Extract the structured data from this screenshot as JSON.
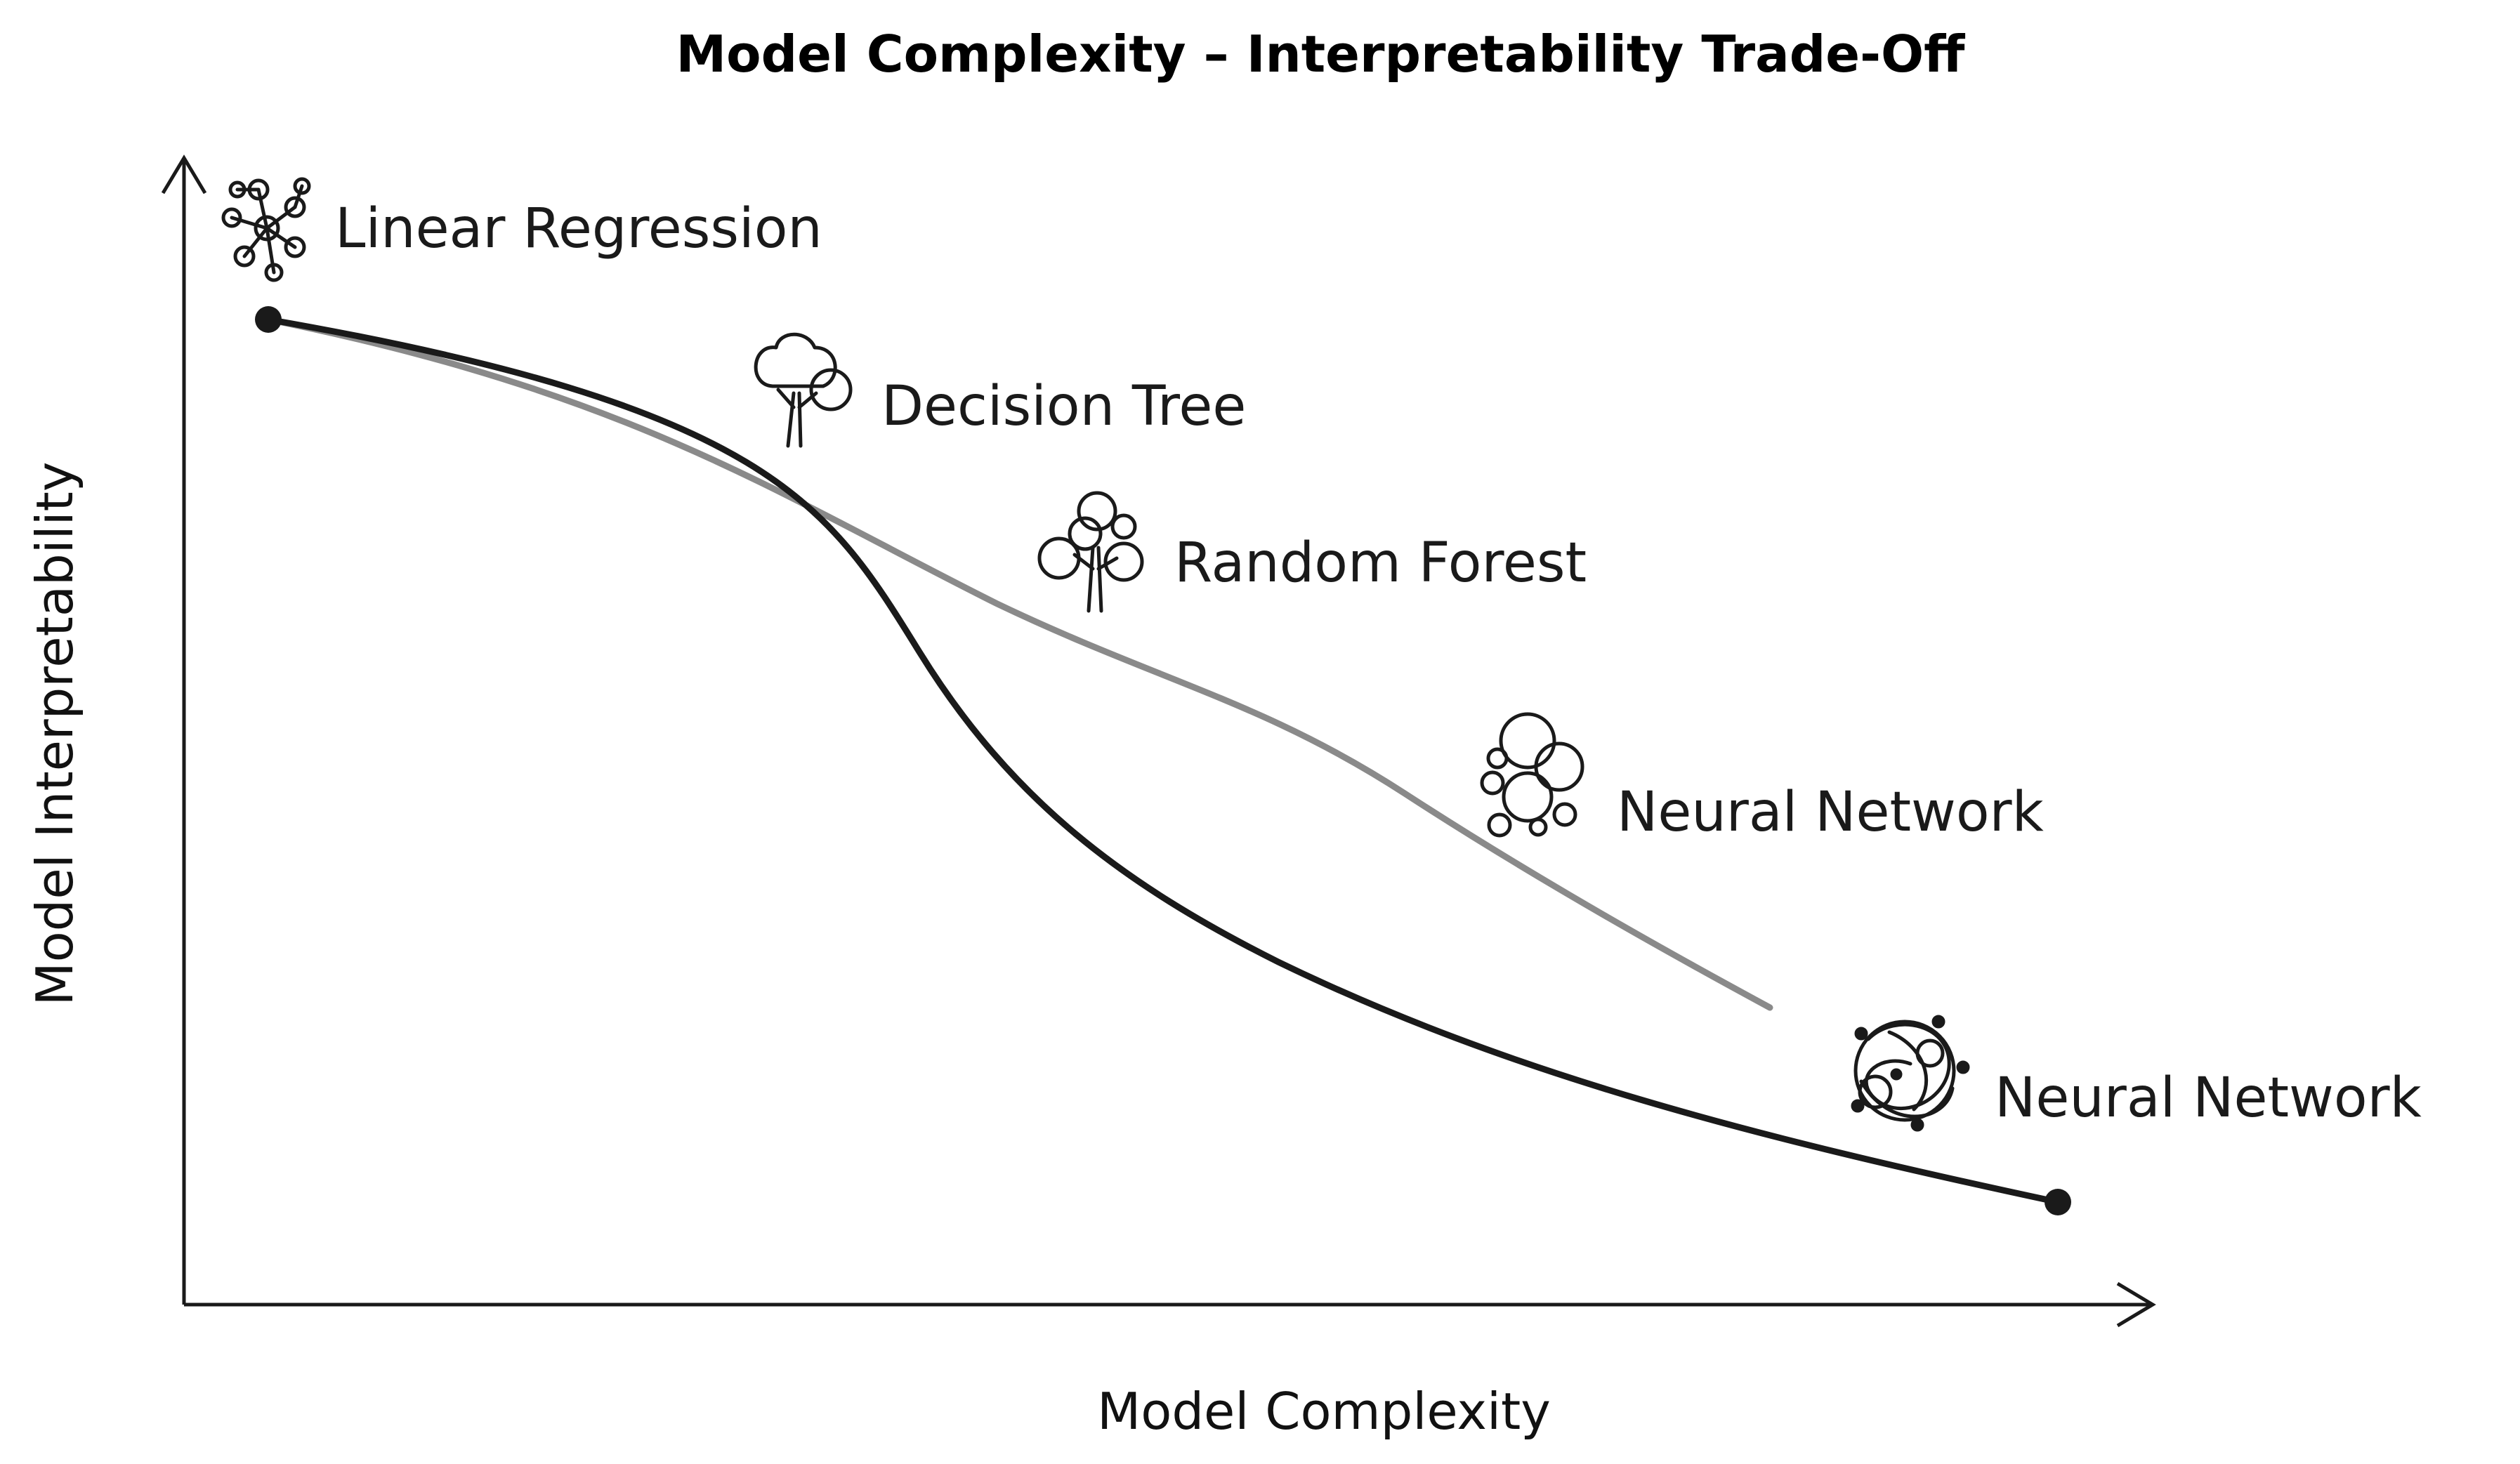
{
  "title": "Model Complexity – Interpretability Trade-Off",
  "x_axis_label": "Model Complexity",
  "y_axis_label": "Model Interpretability",
  "models": [
    {
      "label": "Linear Regression",
      "icon": "network-nodes-icon"
    },
    {
      "label": "Decision Tree",
      "icon": "tree-icon"
    },
    {
      "label": "Random Forest",
      "icon": "forest-icon"
    },
    {
      "label": "Neural Network",
      "icon": "bubble-cluster-icon"
    },
    {
      "label": "Neural Network",
      "icon": "tangled-network-icon"
    }
  ],
  "curves": [
    {
      "name": "",
      "color": "#1a1a1a"
    },
    {
      "name": "",
      "color": "#8a8a8a"
    }
  ]
}
